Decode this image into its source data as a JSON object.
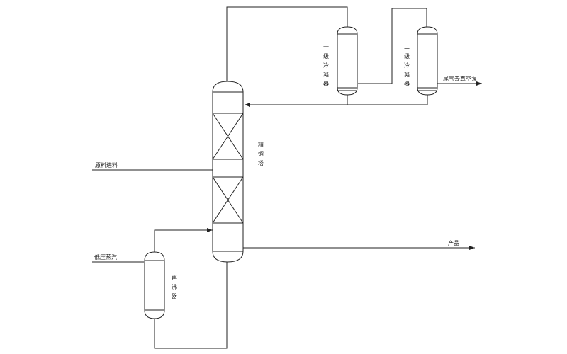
{
  "diagram": {
    "column_label": "精馏塔",
    "condenser1_label": "一级冷凝器",
    "condenser2_label": "二级冷凝器",
    "reboiler_label": "再沸器",
    "feed_label": "原料进料",
    "steam_label": "低压蒸汽",
    "vent_label": "尾气去真空泵",
    "product_label": "产品"
  }
}
